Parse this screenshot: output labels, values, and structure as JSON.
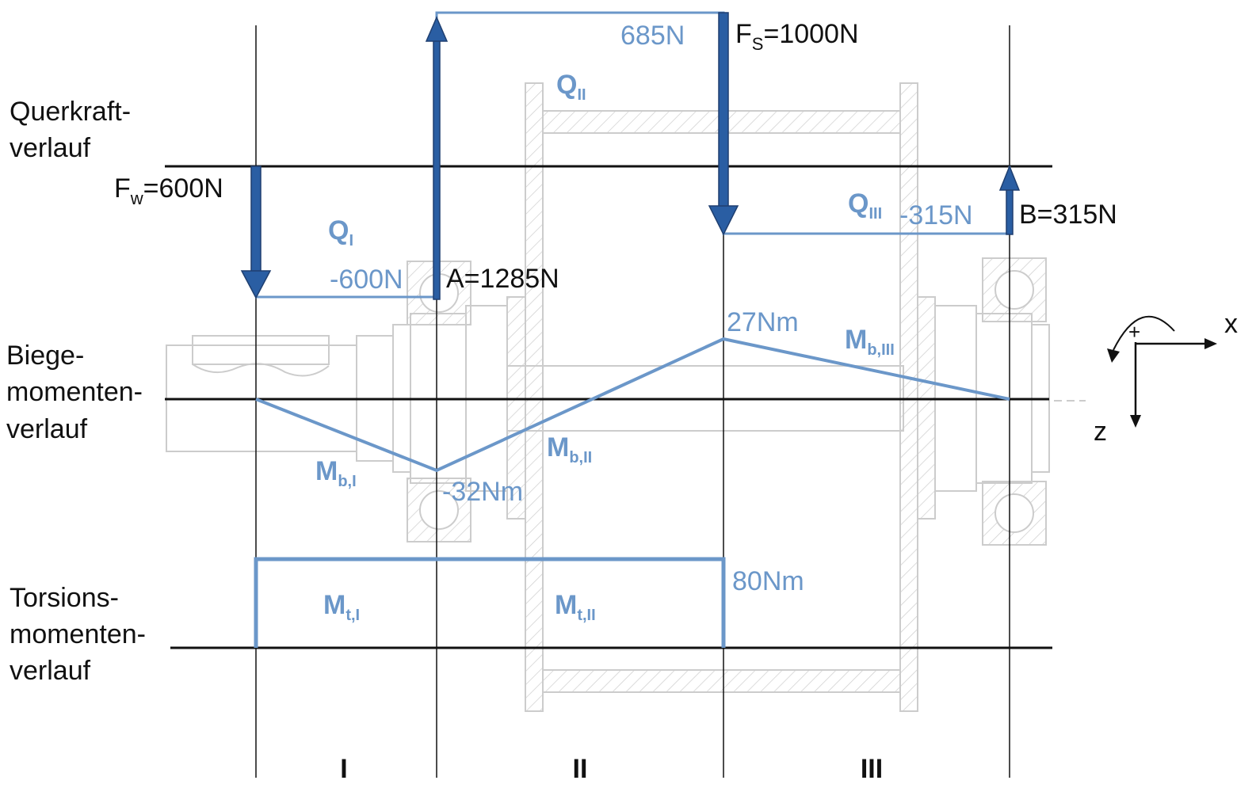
{
  "row_labels": {
    "shear": [
      "Querkraft-",
      "verlauf"
    ],
    "bending": [
      "Biege-",
      "momenten-",
      "verlauf"
    ],
    "torsion": [
      "Torsions-",
      "momenten-",
      "verlauf"
    ]
  },
  "forces": {
    "fw": {
      "symbol": "F",
      "sub": "w",
      "value": "=600N"
    },
    "fs": {
      "symbol": "F",
      "sub": "S",
      "value": "=1000N"
    },
    "a": {
      "text": "A=1285N"
    },
    "b": {
      "text": "B=315N"
    }
  },
  "shear_values": {
    "q1": "-600N",
    "q2": "685N",
    "q3": "-315N"
  },
  "shear_labels": {
    "q1": {
      "main": "Q",
      "sub": "I"
    },
    "q2": {
      "main": "Q",
      "sub": "II"
    },
    "q3": {
      "main": "Q",
      "sub": "III"
    }
  },
  "bending_values": {
    "min": "-32Nm",
    "max": "27Nm"
  },
  "bending_labels": {
    "m1": {
      "main": "M",
      "sub": "b,I"
    },
    "m2": {
      "main": "M",
      "sub": "b,II"
    },
    "m3": {
      "main": "M",
      "sub": "b,III"
    }
  },
  "torsion_value": "80Nm",
  "torsion_labels": {
    "t1": {
      "main": "M",
      "sub": "t,I"
    },
    "t2": {
      "main": "M",
      "sub": "t,II"
    }
  },
  "sections": [
    "I",
    "II",
    "III"
  ],
  "axes": {
    "x": "x",
    "z": "z",
    "rotation_sign": "+"
  },
  "colors": {
    "diagram": "#6b97c9",
    "arrow": "#2a5ea3",
    "arrow_outline": "#1f3f70",
    "drawing": "#cccccc"
  }
}
